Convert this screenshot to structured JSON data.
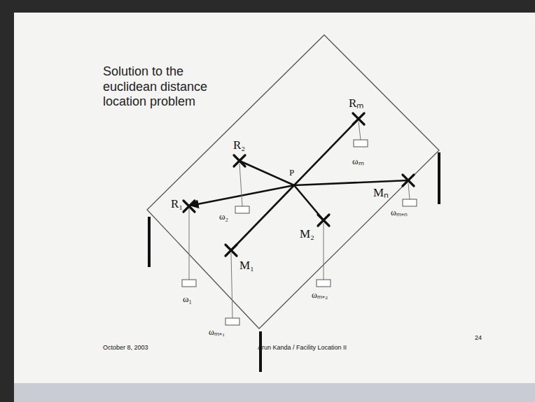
{
  "diagram": {
    "title": "Solution to the euclidean distance location problem",
    "labels": [
      "R₁",
      "R₂",
      "Rₘ",
      "P",
      "M₁",
      "M₂",
      "Mₙ",
      "ω₁",
      "ω₂",
      "ωₘ",
      "ωₘ₊ₙ",
      "ωₘ₊₂",
      "ωₘ₊₁",
      "October 8, 2003",
      "Arun Kanda / Facility Location II",
      "24"
    ]
  }
}
